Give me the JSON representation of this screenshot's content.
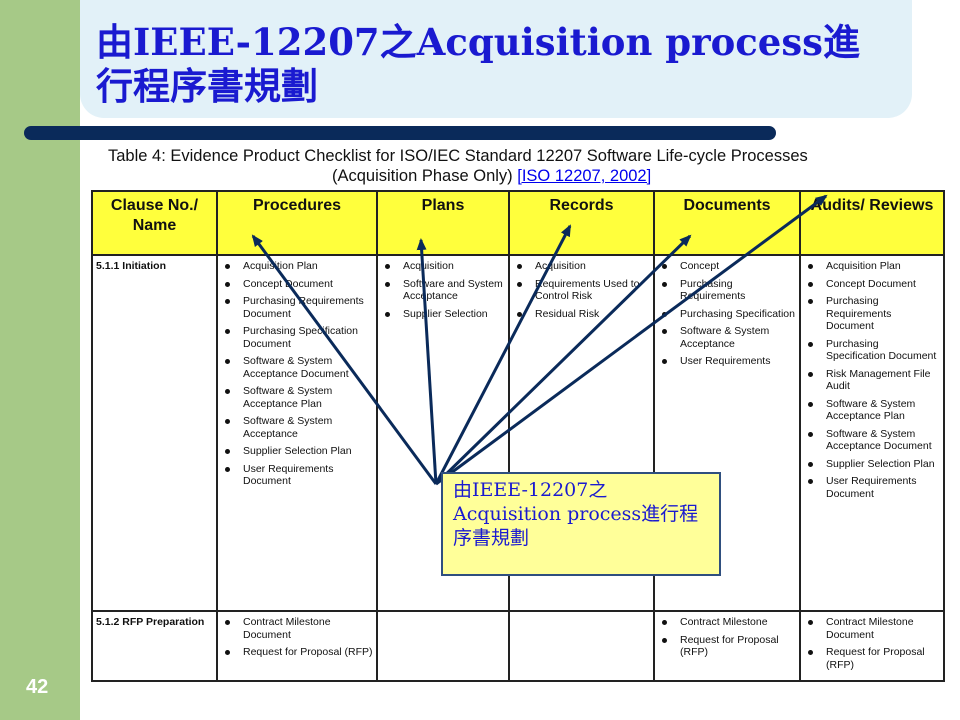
{
  "slide": {
    "title": "由IEEE-12207之Acquisition process進行程序書規劃",
    "number": "42"
  },
  "caption": {
    "line1": "Table 4:  Evidence Product Checklist for ISO/IEC Standard 12207 Software Life-cycle Processes",
    "line2": "(Acquisition Phase Only) ",
    "link": "[ISO 12207, 2002]"
  },
  "table": {
    "headers": [
      "Clause No./ Name",
      "Procedures",
      "Plans",
      "Records",
      "Documents",
      "Audits/ Reviews"
    ],
    "rows": [
      {
        "clause": "5.1.1 Initiation",
        "procedures": [
          "Acquisition Plan",
          "Concept Document",
          "Purchasing Requirements Document",
          "Purchasing Specification Document",
          "Software & System Acceptance Document",
          "Software & System Acceptance Plan",
          "Software & System Acceptance",
          "Supplier Selection Plan",
          "User Requirements Document"
        ],
        "plans": [
          "Acquisition",
          "Software and System Acceptance",
          "Supplier Selection"
        ],
        "records": [
          "Acquisition",
          "Requirements Used to Control Risk",
          "Residual Risk"
        ],
        "documents": [
          "Concept",
          "Purchasing Requirements",
          "Purchasing Specification",
          "Software & System Acceptance",
          "User Requirements"
        ],
        "audits": [
          "Acquisition Plan",
          "Concept Document",
          "Purchasing Requirements Document",
          "Purchasing Specification Document",
          "Risk Management File Audit",
          "Software & System Acceptance Plan",
          "Software & System Acceptance Document",
          "Supplier Selection Plan",
          "User Requirements Document"
        ]
      },
      {
        "clause": "5.1.2 RFP Preparation",
        "procedures": [
          "Contract Milestone Document",
          "Request for Proposal (RFP)"
        ],
        "plans": [],
        "records": [],
        "documents": [
          "Contract Milestone",
          "Request for Proposal (RFP)"
        ],
        "audits": [
          "Contract Milestone Document",
          "Request for Proposal (RFP)"
        ]
      }
    ]
  },
  "callout": {
    "text": "由IEEE-12207之Acquisition process進行程序書規劃"
  },
  "colors": {
    "header_fill": "#ffff3c",
    "title_text": "#1a1ad0",
    "callout_fill": "#ffff99",
    "left_band": "#a6c987",
    "arrow": "#0a2a5a"
  }
}
